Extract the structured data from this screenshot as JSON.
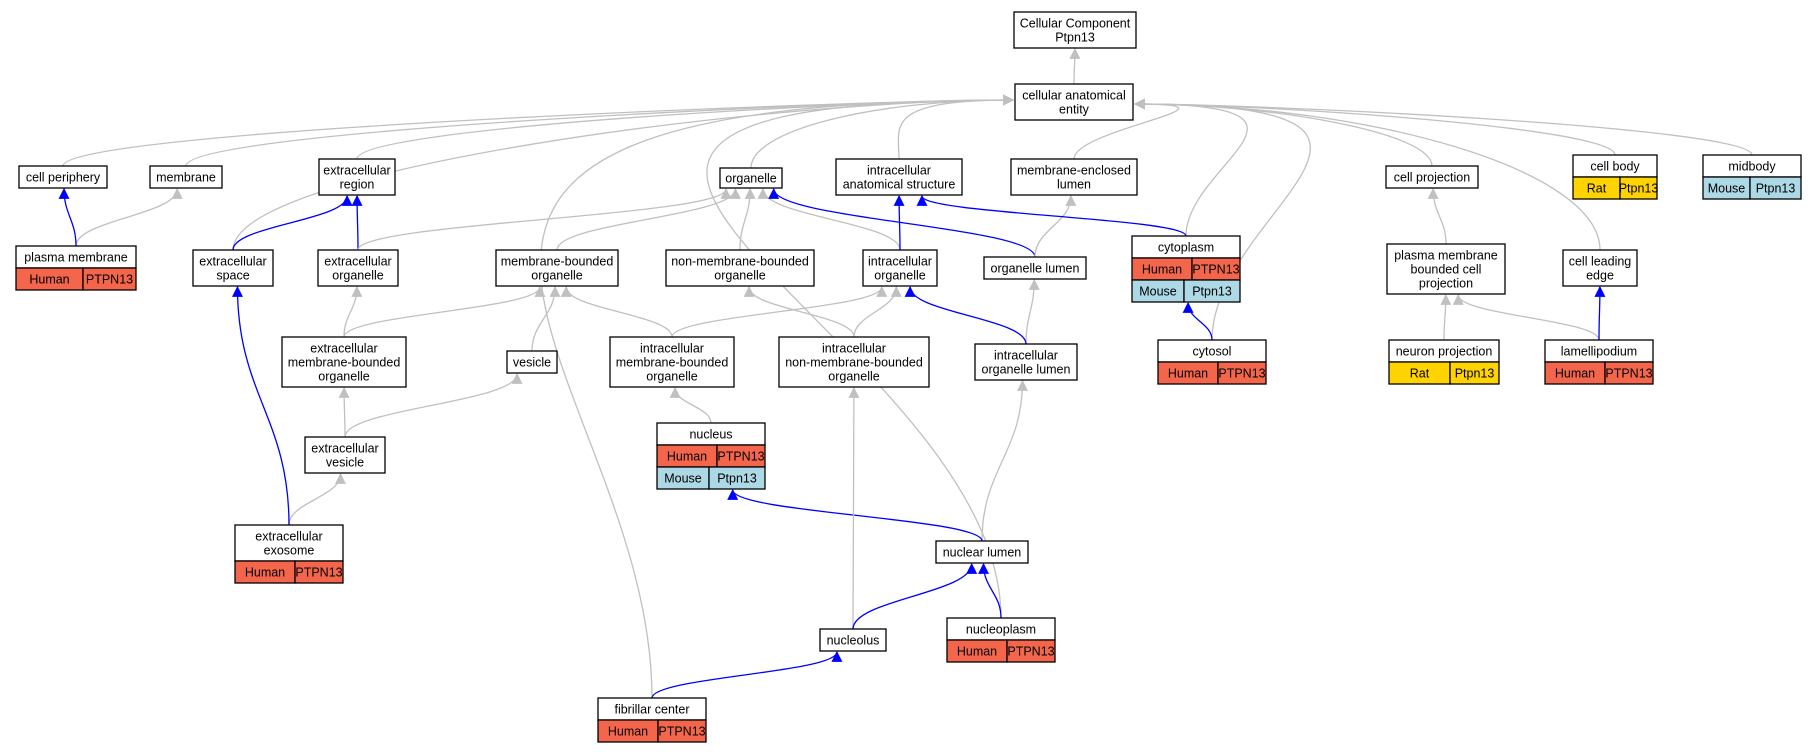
{
  "colors": {
    "gray_edge": "#c0c0c0",
    "blue_edge": "#0000ff",
    "Human": "#f4664b",
    "Mouse": "#add8e6",
    "Rat": "#ffd300"
  },
  "nodes": [
    {
      "id": "root",
      "lines": [
        "Cellular Component",
        "Ptpn13"
      ]
    },
    {
      "id": "cae",
      "lines": [
        "cellular anatomical",
        "entity"
      ]
    },
    {
      "id": "cell_periphery",
      "lines": [
        "cell periphery"
      ]
    },
    {
      "id": "membrane",
      "lines": [
        "membrane"
      ]
    },
    {
      "id": "extracellular_region",
      "lines": [
        "extracellular",
        "region"
      ]
    },
    {
      "id": "organelle",
      "lines": [
        "organelle"
      ]
    },
    {
      "id": "intracellular_anatomical_structure",
      "lines": [
        "intracellular",
        "anatomical structure"
      ]
    },
    {
      "id": "membrane_enclosed_lumen",
      "lines": [
        "membrane-enclosed",
        "lumen"
      ]
    },
    {
      "id": "cell_projection",
      "lines": [
        "cell projection"
      ]
    },
    {
      "id": "cell_body",
      "lines": [
        "cell body"
      ],
      "annotations": [
        [
          "Rat",
          "Ptpn13"
        ]
      ]
    },
    {
      "id": "midbody",
      "lines": [
        "midbody"
      ],
      "annotations": [
        [
          "Mouse",
          "Ptpn13"
        ]
      ]
    },
    {
      "id": "plasma_membrane",
      "lines": [
        "plasma membrane"
      ],
      "annotations": [
        [
          "Human",
          "PTPN13"
        ]
      ]
    },
    {
      "id": "extracellular_space",
      "lines": [
        "extracellular",
        "space"
      ]
    },
    {
      "id": "extracellular_organelle",
      "lines": [
        "extracellular",
        "organelle"
      ]
    },
    {
      "id": "membrane_bounded_organelle",
      "lines": [
        "membrane-bounded",
        "organelle"
      ]
    },
    {
      "id": "non_membrane_bounded_organelle",
      "lines": [
        "non-membrane-bounded",
        "organelle"
      ]
    },
    {
      "id": "intracellular_organelle",
      "lines": [
        "intracellular",
        "organelle"
      ]
    },
    {
      "id": "organelle_lumen",
      "lines": [
        "organelle lumen"
      ]
    },
    {
      "id": "cytoplasm",
      "lines": [
        "cytoplasm"
      ],
      "annotations": [
        [
          "Human",
          "PTPN13"
        ],
        [
          "Mouse",
          "Ptpn13"
        ]
      ]
    },
    {
      "id": "pm_bounded_cell_projection",
      "lines": [
        "plasma membrane",
        "bounded cell",
        "projection"
      ]
    },
    {
      "id": "cell_leading_edge",
      "lines": [
        "cell leading",
        "edge"
      ]
    },
    {
      "id": "ec_membrane_bounded_organelle",
      "lines": [
        "extracellular",
        "membrane-bounded",
        "organelle"
      ]
    },
    {
      "id": "vesicle",
      "lines": [
        "vesicle"
      ]
    },
    {
      "id": "ic_membrane_bounded_organelle",
      "lines": [
        "intracellular",
        "membrane-bounded",
        "organelle"
      ]
    },
    {
      "id": "ic_non_membrane_bounded_organelle",
      "lines": [
        "intracellular",
        "non-membrane-bounded",
        "organelle"
      ]
    },
    {
      "id": "ic_organelle_lumen",
      "lines": [
        "intracellular",
        "organelle lumen"
      ]
    },
    {
      "id": "cytosol",
      "lines": [
        "cytosol"
      ],
      "annotations": [
        [
          "Human",
          "PTPN13"
        ]
      ]
    },
    {
      "id": "neuron_projection",
      "lines": [
        "neuron projection"
      ],
      "annotations": [
        [
          "Rat",
          "Ptpn13"
        ]
      ]
    },
    {
      "id": "lamellipodium",
      "lines": [
        "lamellipodium"
      ],
      "annotations": [
        [
          "Human",
          "PTPN13"
        ]
      ]
    },
    {
      "id": "extracellular_vesicle",
      "lines": [
        "extracellular",
        "vesicle"
      ]
    },
    {
      "id": "nucleus",
      "lines": [
        "nucleus"
      ],
      "annotations": [
        [
          "Human",
          "PTPN13"
        ],
        [
          "Mouse",
          "Ptpn13"
        ]
      ]
    },
    {
      "id": "extracellular_exosome",
      "lines": [
        "extracellular",
        "exosome"
      ],
      "annotations": [
        [
          "Human",
          "PTPN13"
        ]
      ]
    },
    {
      "id": "nuclear_lumen",
      "lines": [
        "nuclear lumen"
      ]
    },
    {
      "id": "nucleolus",
      "lines": [
        "nucleolus"
      ]
    },
    {
      "id": "nucleoplasm",
      "lines": [
        "nucleoplasm"
      ],
      "annotations": [
        [
          "Human",
          "PTPN13"
        ]
      ]
    },
    {
      "id": "fibrillar_center",
      "lines": [
        "fibrillar center"
      ],
      "annotations": [
        [
          "Human",
          "PTPN13"
        ]
      ]
    }
  ],
  "edges": [
    {
      "from": "cae",
      "to": "root",
      "type": "is_a"
    },
    {
      "from": "cell_periphery",
      "to": "cae",
      "type": "is_a"
    },
    {
      "from": "membrane",
      "to": "cae",
      "type": "is_a"
    },
    {
      "from": "extracellular_region",
      "to": "cae",
      "type": "is_a"
    },
    {
      "from": "organelle",
      "to": "cae",
      "type": "is_a"
    },
    {
      "from": "intracellular_anatomical_structure",
      "to": "cae",
      "type": "is_a"
    },
    {
      "from": "membrane_enclosed_lumen",
      "to": "cae",
      "type": "is_a"
    },
    {
      "from": "cell_projection",
      "to": "cae",
      "type": "is_a"
    },
    {
      "from": "cell_body",
      "to": "cae",
      "type": "is_a"
    },
    {
      "from": "midbody",
      "to": "cae",
      "type": "is_a"
    },
    {
      "from": "extracellular_space",
      "to": "cae",
      "type": "is_a"
    },
    {
      "from": "fibrillar_center",
      "to": "cae",
      "type": "is_a"
    },
    {
      "from": "cytoplasm",
      "to": "cae",
      "type": "is_a"
    },
    {
      "from": "cytosol",
      "to": "cae",
      "type": "is_a"
    },
    {
      "from": "nucleoplasm",
      "to": "cae",
      "type": "is_a"
    },
    {
      "from": "cell_leading_edge",
      "to": "cae",
      "type": "is_a"
    },
    {
      "from": "plasma_membrane",
      "to": "membrane",
      "type": "is_a"
    },
    {
      "from": "plasma_membrane",
      "to": "cell_periphery",
      "type": "part_of"
    },
    {
      "from": "extracellular_space",
      "to": "extracellular_region",
      "type": "part_of"
    },
    {
      "from": "extracellular_organelle",
      "to": "extracellular_region",
      "type": "part_of"
    },
    {
      "from": "extracellular_organelle",
      "to": "organelle",
      "type": "is_a"
    },
    {
      "from": "membrane_bounded_organelle",
      "to": "organelle",
      "type": "is_a"
    },
    {
      "from": "non_membrane_bounded_organelle",
      "to": "organelle",
      "type": "is_a"
    },
    {
      "from": "intracellular_organelle",
      "to": "organelle",
      "type": "is_a"
    },
    {
      "from": "intracellular_organelle",
      "to": "intracellular_anatomical_structure",
      "type": "part_of"
    },
    {
      "from": "organelle_lumen",
      "to": "organelle",
      "type": "part_of"
    },
    {
      "from": "organelle_lumen",
      "to": "membrane_enclosed_lumen",
      "type": "is_a"
    },
    {
      "from": "cytoplasm",
      "to": "intracellular_anatomical_structure",
      "type": "part_of"
    },
    {
      "from": "cytosol",
      "to": "cytoplasm",
      "type": "part_of"
    },
    {
      "from": "pm_bounded_cell_projection",
      "to": "cell_projection",
      "type": "is_a"
    },
    {
      "from": "neuron_projection",
      "to": "pm_bounded_cell_projection",
      "type": "is_a"
    },
    {
      "from": "lamellipodium",
      "to": "pm_bounded_cell_projection",
      "type": "is_a"
    },
    {
      "from": "lamellipodium",
      "to": "cell_leading_edge",
      "type": "part_of"
    },
    {
      "from": "ec_membrane_bounded_organelle",
      "to": "extracellular_organelle",
      "type": "is_a"
    },
    {
      "from": "ec_membrane_bounded_organelle",
      "to": "membrane_bounded_organelle",
      "type": "is_a"
    },
    {
      "from": "vesicle",
      "to": "membrane_bounded_organelle",
      "type": "is_a"
    },
    {
      "from": "ic_membrane_bounded_organelle",
      "to": "membrane_bounded_organelle",
      "type": "is_a"
    },
    {
      "from": "ic_membrane_bounded_organelle",
      "to": "intracellular_organelle",
      "type": "is_a"
    },
    {
      "from": "ic_non_membrane_bounded_organelle",
      "to": "non_membrane_bounded_organelle",
      "type": "is_a"
    },
    {
      "from": "ic_non_membrane_bounded_organelle",
      "to": "intracellular_organelle",
      "type": "is_a"
    },
    {
      "from": "ic_organelle_lumen",
      "to": "organelle_lumen",
      "type": "is_a"
    },
    {
      "from": "ic_organelle_lumen",
      "to": "intracellular_organelle",
      "type": "part_of"
    },
    {
      "from": "extracellular_vesicle",
      "to": "ec_membrane_bounded_organelle",
      "type": "is_a"
    },
    {
      "from": "extracellular_vesicle",
      "to": "vesicle",
      "type": "is_a"
    },
    {
      "from": "nucleus",
      "to": "ic_membrane_bounded_organelle",
      "type": "is_a"
    },
    {
      "from": "extracellular_exosome",
      "to": "extracellular_vesicle",
      "type": "is_a"
    },
    {
      "from": "extracellular_exosome",
      "to": "extracellular_space",
      "type": "part_of"
    },
    {
      "from": "nuclear_lumen",
      "to": "ic_organelle_lumen",
      "type": "is_a"
    },
    {
      "from": "nuclear_lumen",
      "to": "nucleus",
      "type": "part_of"
    },
    {
      "from": "nucleolus",
      "to": "ic_non_membrane_bounded_organelle",
      "type": "is_a"
    },
    {
      "from": "nucleolus",
      "to": "nuclear_lumen",
      "type": "part_of"
    },
    {
      "from": "nucleoplasm",
      "to": "nuclear_lumen",
      "type": "part_of"
    },
    {
      "from": "fibrillar_center",
      "to": "nucleolus",
      "type": "part_of"
    }
  ]
}
